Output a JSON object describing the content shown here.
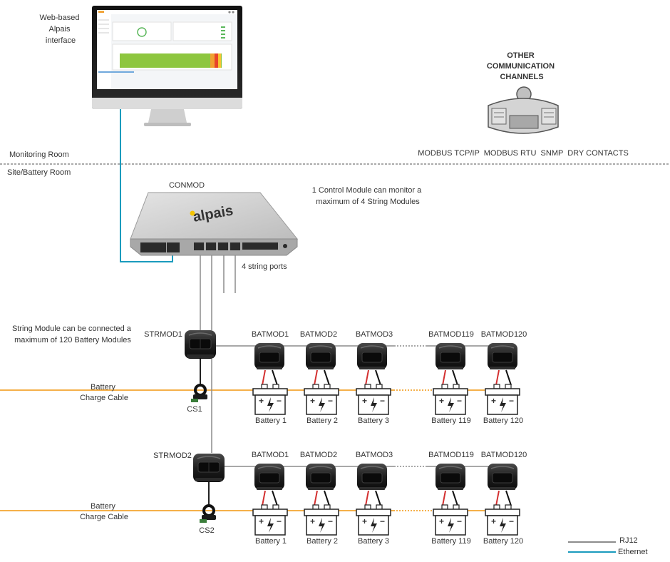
{
  "monitor": {
    "label_lines": [
      "Web-based",
      "Alpais",
      "interface"
    ]
  },
  "other_channels": {
    "title_lines": [
      "OTHER",
      "COMMUNICATION",
      "CHANNELS"
    ],
    "protocols": "MODBUS TCP/IP  MODBUS RTU  SNMP  DRY CONTACTS"
  },
  "rooms": {
    "monitoring": "Monitoring Room",
    "site": "Site/Battery Room"
  },
  "conmod": {
    "label": "CONMOD",
    "logo": "alpais",
    "note_lines": [
      "1 Control Module can monitor a",
      "maximum of 4 String Modules"
    ],
    "ports_label": "4 string ports"
  },
  "string_note_lines": [
    "String Module can be connected a",
    "maximum of 120 Battery Modules"
  ],
  "strings": [
    {
      "strmod": "STRMOD1",
      "cable_lines": [
        "Battery",
        "Charge Cable"
      ],
      "sensor": "CS1",
      "batmods": [
        "BATMOD1",
        "BATMOD2",
        "BATMOD3",
        "BATMOD119",
        "BATMOD120"
      ],
      "batteries": [
        "Battery 1",
        "Battery 2",
        "Battery 3",
        "Battery 119",
        "Battery 120"
      ]
    },
    {
      "strmod": "STRMOD2",
      "cable_lines": [
        "Battery",
        "Charge Cable"
      ],
      "sensor": "CS2",
      "batmods": [
        "BATMOD1",
        "BATMOD2",
        "BATMOD3",
        "BATMOD119",
        "BATMOD120"
      ],
      "batteries": [
        "Battery 1",
        "Battery 2",
        "Battery 3",
        "Battery 119",
        "Battery 120"
      ]
    }
  ],
  "legend": [
    {
      "label": "RJ12",
      "color": "#8c8c8c"
    },
    {
      "label": "Ethernet",
      "color": "#1a9bbd"
    }
  ],
  "colors": {
    "rj12": "#8c8c8c",
    "ethernet": "#1a9bbd",
    "charge_cable": "#f5b04a",
    "divider": "#777777"
  }
}
